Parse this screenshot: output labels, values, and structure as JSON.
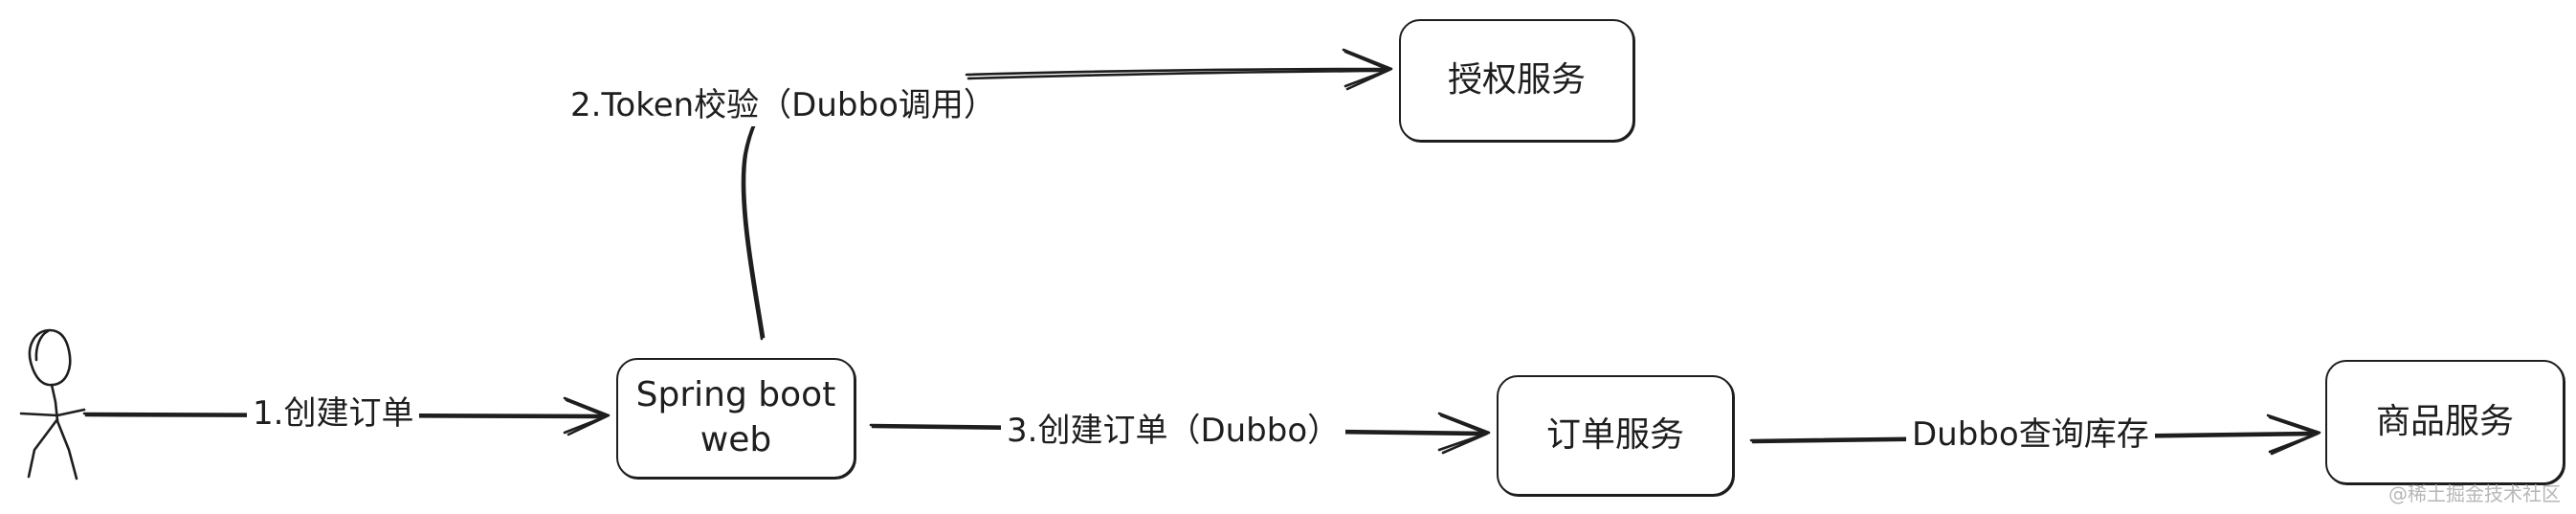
{
  "nodes": {
    "auth": "授权服务",
    "springboot_line1": "Spring boot",
    "springboot_line2": "web",
    "order": "订单服务",
    "product": "商品服务"
  },
  "edges": {
    "create_order": "1.创建订单",
    "token_check": "2.Token校验（Dubbo调用）",
    "create_order_dubbo": "3.创建订单（Dubbo）",
    "query_stock": "Dubbo查询库存"
  },
  "watermark": "@稀土掘金技术社区",
  "colors": {
    "stroke": "#1e1e1e",
    "background": "#ffffff",
    "watermark": "#b7b7b7"
  }
}
